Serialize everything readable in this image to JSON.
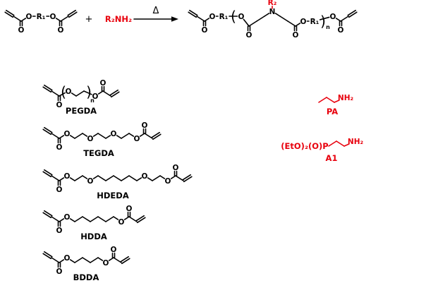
{
  "colors": {
    "background": "#ffffff",
    "ink": "#000000",
    "red": "#e8000d"
  },
  "atoms": {
    "O": "O",
    "N": "N",
    "NH2": "NH₂"
  },
  "scheme": {
    "plus": "+",
    "amine_reagent": "R₂NH₂",
    "arrow_condition": "Δ",
    "r1": "R₁",
    "r2": "R₂",
    "repeat_subscript": "n"
  },
  "symbols": {
    "paren_open": "(",
    "paren_close": ")"
  },
  "monomers": [
    {
      "label": "PEGDA"
    },
    {
      "label": "TEGDA"
    },
    {
      "label": "HDEDA"
    },
    {
      "label": "HDDA"
    },
    {
      "label": "BDDA"
    }
  ],
  "amines": [
    {
      "label": "PA"
    },
    {
      "label": "A1",
      "phosphonate_group": "(EtO)₂(O)P"
    }
  ]
}
